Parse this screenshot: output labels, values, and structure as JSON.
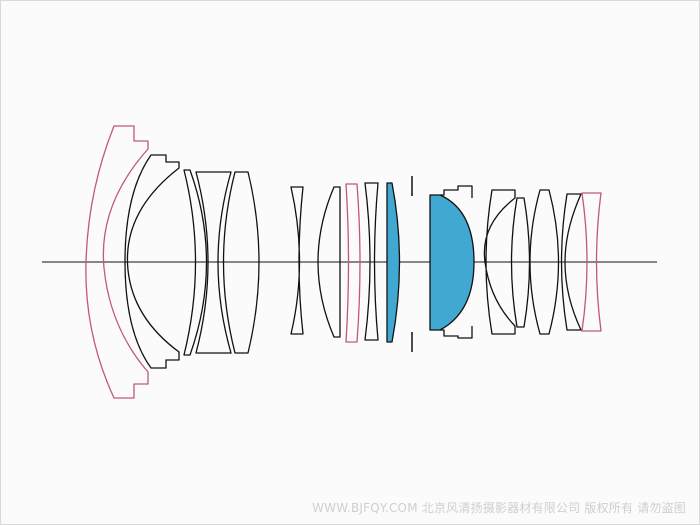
{
  "diagram": {
    "type": "lens-optical-cross-section",
    "colors": {
      "outline": "#111111",
      "aspherical_element": "#c0587e",
      "special_element_fill": "#41a8d2",
      "background": "#fbfbfb"
    },
    "elements": [
      {
        "id": "L1",
        "kind": "aspherical",
        "color": "aspherical_element"
      },
      {
        "id": "L2",
        "kind": "standard"
      },
      {
        "id": "L3",
        "kind": "standard"
      },
      {
        "id": "L4",
        "kind": "standard"
      },
      {
        "id": "L5",
        "kind": "standard"
      },
      {
        "id": "L6",
        "kind": "standard"
      },
      {
        "id": "L7",
        "kind": "standard"
      },
      {
        "id": "L8",
        "kind": "aspherical",
        "color": "aspherical_element"
      },
      {
        "id": "L9",
        "kind": "standard"
      },
      {
        "id": "L10",
        "kind": "special",
        "color": "special_element_fill"
      },
      {
        "id": "L11",
        "kind": "special",
        "color": "special_element_fill"
      },
      {
        "id": "L12",
        "kind": "standard"
      },
      {
        "id": "L13",
        "kind": "standard"
      },
      {
        "id": "L14",
        "kind": "standard"
      },
      {
        "id": "L15",
        "kind": "standard"
      },
      {
        "id": "L16",
        "kind": "aspherical",
        "color": "aspherical_element"
      }
    ]
  },
  "watermark": {
    "text": "WWW.BJFQY.COM 北京风清扬摄影器材有限公司 版权所有 请勿盗图"
  }
}
